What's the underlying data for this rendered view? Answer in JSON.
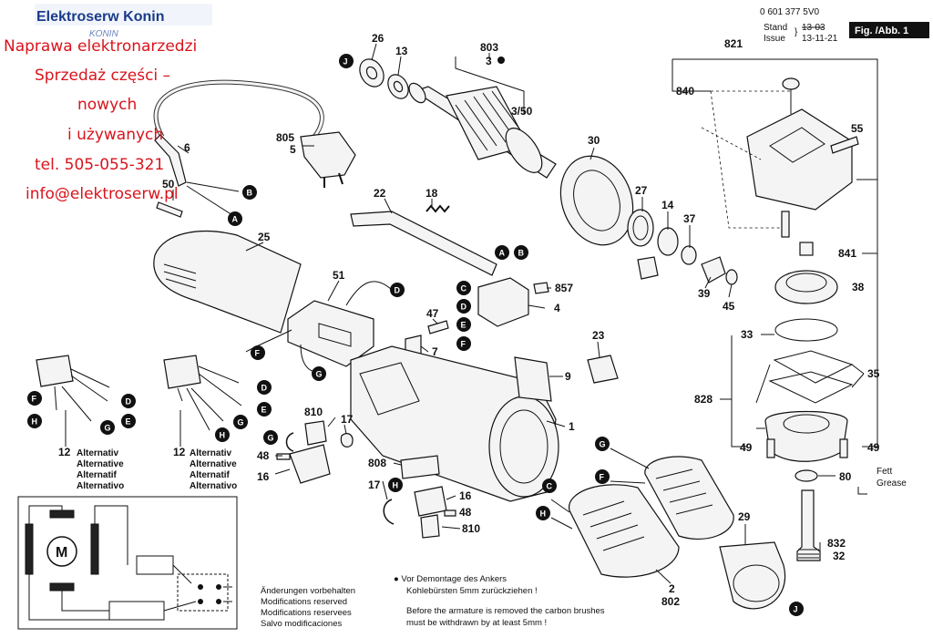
{
  "overlay": {
    "company": "Elektroserw Konin",
    "watermark": "KONIN",
    "lines": [
      "Naprawa elektronarzedzi",
      "Sprzedaż części –",
      "nowych",
      "i używanych",
      "tel. 505-055-321",
      "info@elektroserw.pl"
    ]
  },
  "header": {
    "part_number": "0 601 377 5V0",
    "stand_label": "Stand",
    "issue_label": "Issue",
    "stand_value": "13-03",
    "issue_value": "13-11-21",
    "fig_label": "Fig. /Abb. 1"
  },
  "part_labels": {
    "p26": "26",
    "p13": "13",
    "p803": "803",
    "p3": "3",
    "p3_50": "3/50",
    "p805": "805",
    "p5": "5",
    "p6": "6",
    "p50": "50",
    "p22": "22",
    "p18": "18",
    "p30": "30",
    "p27": "27",
    "p14": "14",
    "p37": "37",
    "p39": "39",
    "p45": "45",
    "p25": "25",
    "p51": "51",
    "p857": "857",
    "p4": "4",
    "p47": "47",
    "p7": "7",
    "p23": "23",
    "p9": "9",
    "p1": "1",
    "p810a": "810",
    "p17a": "17",
    "p48a": "48",
    "p16a": "16",
    "p808": "808",
    "p17b": "17",
    "p16b": "16",
    "p48b": "48",
    "p810b": "810",
    "p12a": "12",
    "p12b": "12",
    "p2": "2",
    "p802": "802",
    "p29": "29",
    "p821": "821",
    "p840": "840",
    "p55": "55",
    "p841": "841",
    "p38": "38",
    "p33": "33",
    "p35": "35",
    "p828": "828",
    "p49a": "49",
    "p49b": "49",
    "p80": "80",
    "p832": "832",
    "p32": "32"
  },
  "alternativ": [
    "Alternativ",
    "Alternative",
    "Alternatif",
    "Alternativo"
  ],
  "grease": [
    "Fett",
    "Grease"
  ],
  "notes": {
    "modifications": [
      "Änderungen vorbehalten",
      "Modifications reserved",
      "Modifications reservees",
      "Salvo modificaciones"
    ],
    "warning_de": [
      "● Vor Demontage des Ankers",
      "Kohlebürsten 5mm zurückziehen !"
    ],
    "warning_en": [
      "Before the armature is removed the carbon brushes",
      "must be withdrawn by at least 5mm !"
    ]
  },
  "motor_symbol": "M",
  "badges": {
    "J": "J",
    "A": "A",
    "B": "B",
    "C": "C",
    "D": "D",
    "E": "E",
    "F": "F",
    "G": "G",
    "H": "H"
  }
}
